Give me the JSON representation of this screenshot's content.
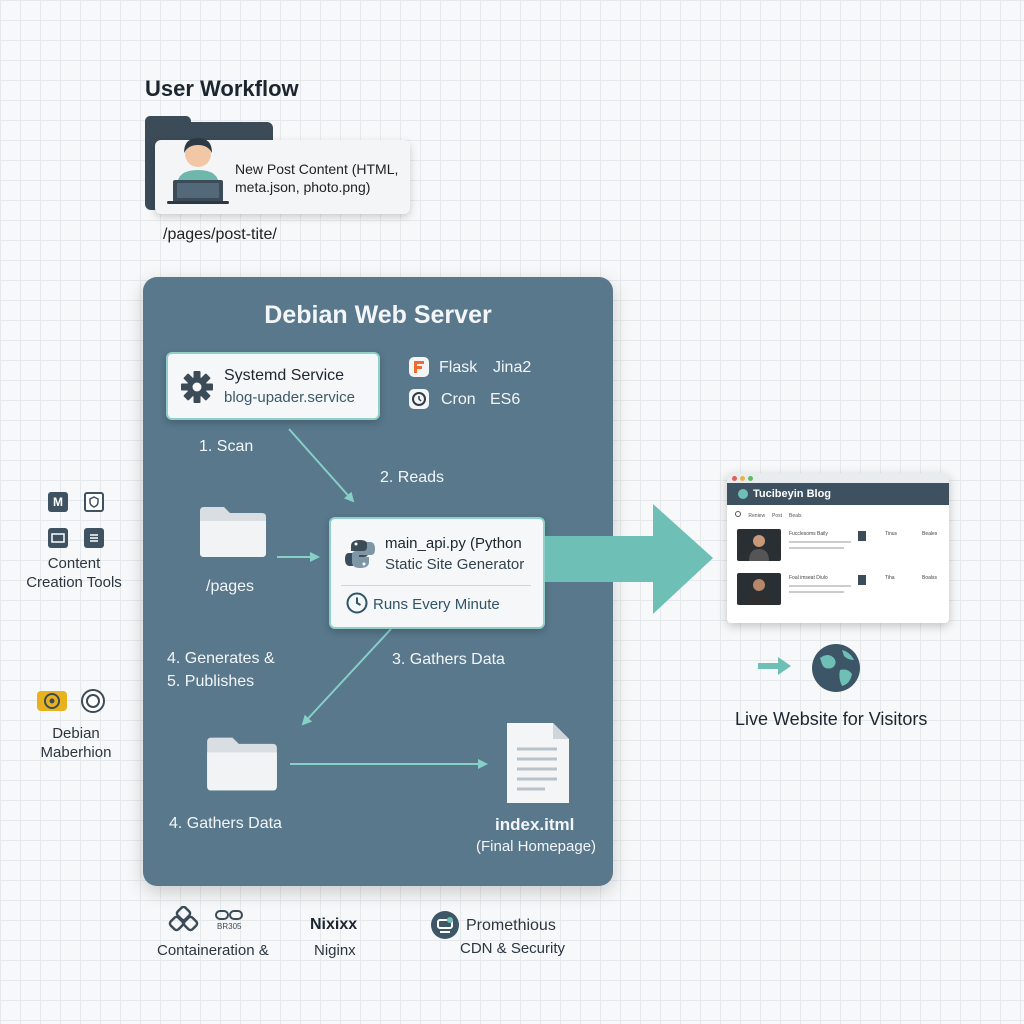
{
  "workflow": {
    "title": "User Workflow",
    "content_line1": "New Post Content (HTML,",
    "content_line2": "meta.json, photo.png)",
    "path": "/pages/post-tite/"
  },
  "server": {
    "title": "Debian Web Server",
    "systemd_name": "Systemd Service",
    "systemd_file": "blog-upader.service",
    "stack": [
      {
        "icon": "flask-icon",
        "label": "Flask",
        "color": "#f26b2a"
      },
      {
        "label": "Jina2"
      },
      {
        "icon": "cron-icon",
        "label": "Cron",
        "color": "#2f3d48"
      },
      {
        "label": "ES6"
      }
    ],
    "steps": {
      "scan": "1. Scan",
      "reads": "2. Reads",
      "generates": "4. Generates &",
      "publishes": "5. Publishes",
      "gathers": "3. Gathers Data",
      "gathers_bottom": "4. Gathers Data"
    },
    "pages_label": "/pages",
    "main_name": "main_api.py (Python",
    "main_desc": "Static Site Generator",
    "main_schedule": "Runs Every Minute",
    "index_name": "index.itml",
    "index_desc": "(Final Homepage)"
  },
  "side": {
    "tools_line1": "Content",
    "tools_line2": "Creation Tools",
    "tools_tiles": [
      "M",
      "",
      "",
      ""
    ],
    "debian_line1": "Debian",
    "debian_line2": "Maberhion"
  },
  "website": {
    "blog_title": "Tucibeyin Blog",
    "nav": [
      "Reniew",
      "Post",
      "Beals"
    ],
    "posts": [
      {
        "text1": "Fucclesoms Baily",
        "text2": "Tinus",
        "text3": "Beales"
      },
      {
        "text1": "Foal imseat Diulo",
        "text2": "Tiha",
        "text3": "Boalss"
      }
    ],
    "live_label": "Live Website for Visitors"
  },
  "bottom": {
    "container_label": "Containeration &",
    "container_badge": "BR305",
    "nginx_title": "Nixixx",
    "nginx_label": "Niginx",
    "prom_title": "Promethious",
    "prom_label": "CDN & Security"
  },
  "colors": {
    "panel": "#59788c",
    "arrow": "#6ebfb5",
    "card_border": "#8fd0c8",
    "dark": "#3b4b58"
  }
}
